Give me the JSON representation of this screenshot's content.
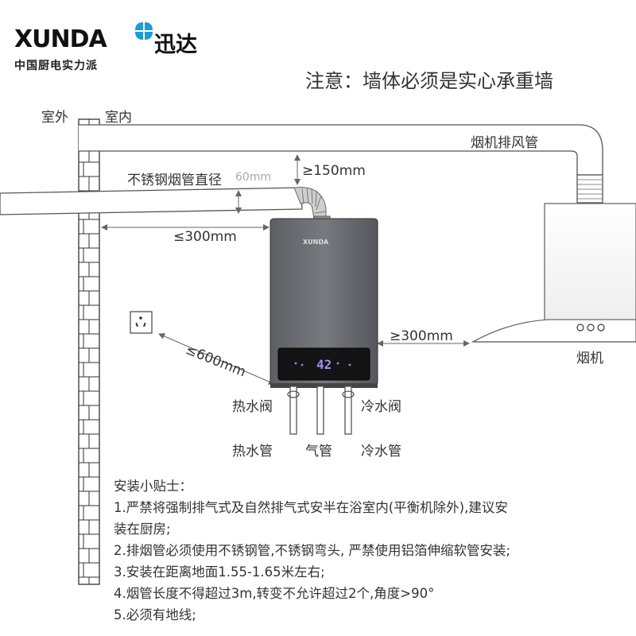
{
  "brand": {
    "name_en": "XUNDA",
    "name_cn": "迅达",
    "slogan": "中国厨电实力派",
    "accent_color": "#1e9bd8"
  },
  "notice": "注意：墙体必须是实心承重墙",
  "labels": {
    "outdoor": "室外",
    "indoor": "室内",
    "hood_exhaust_pipe": "烟机排风管",
    "flue_pipe_diameter": "不锈钢烟管直径",
    "flue_diameter_value": "60mm",
    "min_above_150": "≥150mm",
    "max_side_300": "≤300mm",
    "max_socket_600": "≤600mm",
    "min_hood_300": "≥300mm",
    "hood": "烟机",
    "hot_water_valve": "热水阀",
    "cold_water_valve": "冷水阀",
    "hot_water_pipe": "热水管",
    "gas_pipe": "气管",
    "cold_water_pipe": "冷水管",
    "heater_brand": "XUNDA",
    "display_value": "42"
  },
  "icons": [
    "power-socket-icon",
    "xunda-logo-icon"
  ],
  "tips": {
    "title": "安装小贴士：",
    "items": [
      "1.严禁将强制排气式及自然排气式安半在浴室内(平衡机除外),建议安",
      "装在厨房;",
      "2.排烟管必须使用不锈钢管,不锈钢弯头, 严禁使用铝箔伸缩软管安装;",
      "3.安装在距离地面1.55-1.65米左右;",
      "4.烟管长度不得超过3m,转变不允许超过2个,角度>90°",
      "5.必须有地线;"
    ]
  }
}
